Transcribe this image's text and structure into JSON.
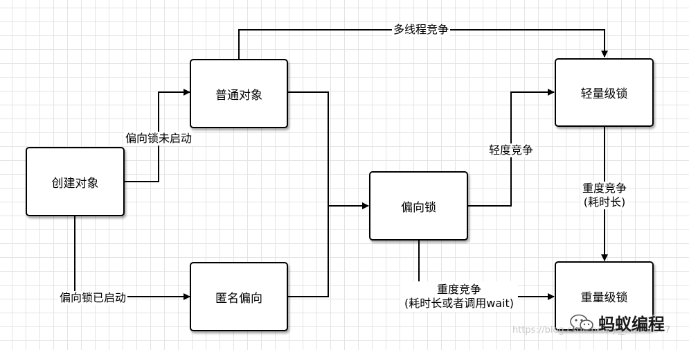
{
  "nodes": {
    "create_object": "创建对象",
    "normal_object": "普通对象",
    "anonymous_biased": "匿名偏向",
    "biased_lock": "偏向锁",
    "lightweight_lock": "轻量级锁",
    "heavyweight_lock": "重量级锁"
  },
  "edges": {
    "multi_thread_contention": "多线程竞争",
    "biased_not_enabled": "偏向锁未启动",
    "biased_enabled": "偏向锁已启动",
    "light_contention": "轻度竞争",
    "heavy_contention_line1": "重度竞争",
    "heavy_contention_line2": "(耗时长)",
    "heavy_wait_line1": "重度竞争",
    "heavy_wait_line2": "(耗时长或者调用wait)"
  },
  "watermark": {
    "url": "https://blog.csdn.net/qq_45027177",
    "brand": "蚂蚁编程",
    "icon": "wechat-icon"
  },
  "colors": {
    "stroke": "#000000",
    "grid": "#e4e4e4",
    "watermark": "#c8c8c8"
  }
}
